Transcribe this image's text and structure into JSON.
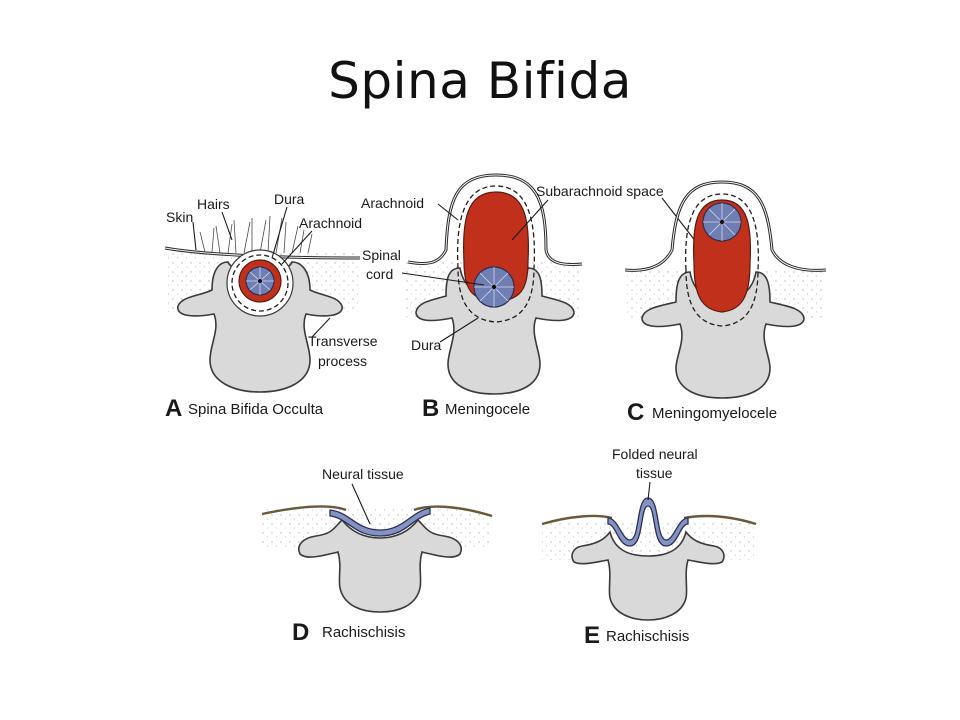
{
  "title": "Spina Bifida",
  "labels": {
    "skin": "Skin",
    "hairs": "Hairs",
    "dura_a": "Dura",
    "arachnoid_a": "Arachnoid",
    "transverse_1": "Transverse",
    "transverse_2": "process",
    "arachnoid_b": "Arachnoid",
    "spinal_1": "Spinal",
    "spinal_2": "cord",
    "dura_b": "Dura",
    "subarachnoid": "Subarachnoid space",
    "neural_tissue": "Neural tissue",
    "folded_1": "Folded neural",
    "folded_2": "tissue"
  },
  "panels": [
    {
      "letter": "A",
      "caption": "Spina Bifida Occulta"
    },
    {
      "letter": "B",
      "caption": "Meningocele"
    },
    {
      "letter": "C",
      "caption": "Meningomyelocele"
    },
    {
      "letter": "D",
      "caption": "Rachischisis"
    },
    {
      "letter": "E",
      "caption": "Rachischisis"
    }
  ],
  "colors": {
    "csf": "#c0301a",
    "spinal_cord": "#6f7fb4",
    "bone": "#d9d9d9"
  }
}
